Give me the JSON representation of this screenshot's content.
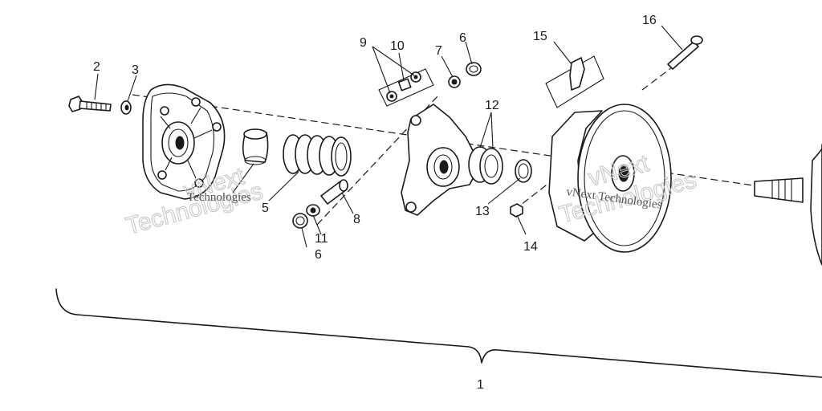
{
  "callouts": {
    "c1": "1",
    "c2": "2",
    "c3": "3",
    "c5": "5",
    "c6a": "6",
    "c6b": "6",
    "c7": "7",
    "c8": "8",
    "c9": "9",
    "c10": "10",
    "c11": "11",
    "c12": "12",
    "c13": "13",
    "c14": "14",
    "c15": "15",
    "c16": "16"
  },
  "watermark": {
    "big_line1": "vNext",
    "big_line2": "Technologies",
    "small_text": "Technologies",
    "small_text_right": "vNext Technologies"
  }
}
